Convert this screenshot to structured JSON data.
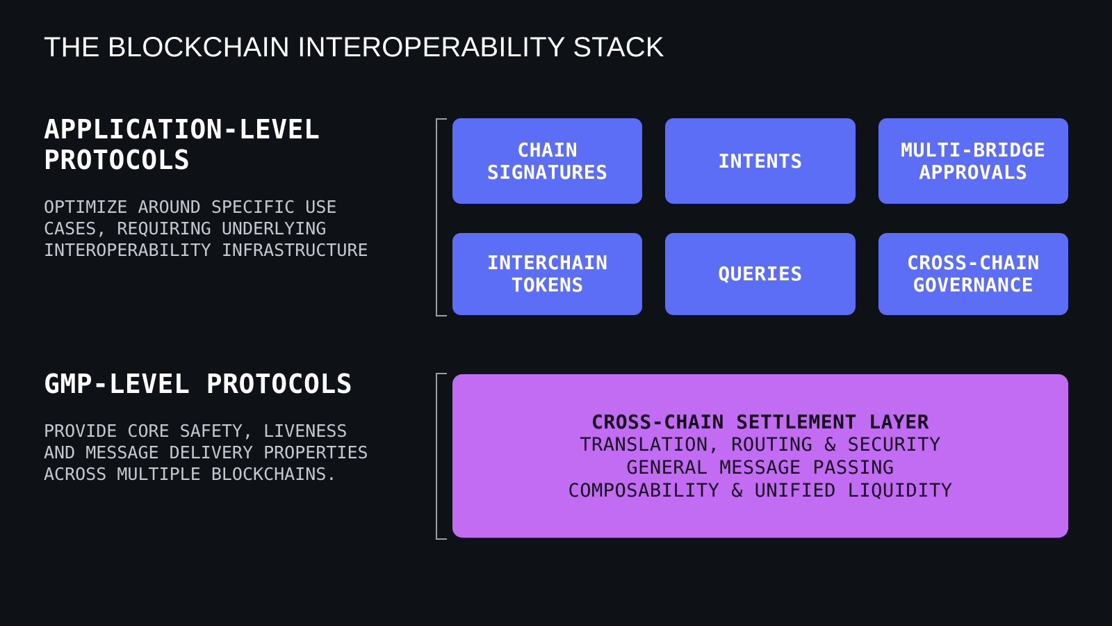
{
  "title": "THE BLOCKCHAIN INTEROPERABILITY STACK",
  "colors": {
    "background": "#0e1216",
    "heading_text": "#ffffff",
    "description_text": "#c3c9d1",
    "bracket": "#9aa0a4",
    "box_blue": "#5b6ef5",
    "box_purple": "#c16cf2",
    "box_text_light": "#ffffff",
    "box_text_dark": "#170d1e"
  },
  "app_section": {
    "heading": "APPLICATION-LEVEL\nPROTOCOLS",
    "description": "OPTIMIZE AROUND SPECIFIC USE\nCASES, REQUIRING UNDERLYING\nINTEROPERABILITY INFRASTRUCTURE",
    "boxes": [
      "CHAIN\nSIGNATURES",
      "INTENTS",
      "MULTI-BRIDGE\nAPPROVALS",
      "INTERCHAIN\nTOKENS",
      "QUERIES",
      "CROSS-CHAIN\nGOVERNANCE"
    ]
  },
  "gmp_section": {
    "heading": "GMP-LEVEL PROTOCOLS",
    "description": "PROVIDE CORE SAFETY, LIVENESS\nAND MESSAGE DELIVERY PROPERTIES\nACROSS MULTIPLE BLOCKCHAINS.",
    "box": {
      "title": "CROSS-CHAIN SETTLEMENT LAYER",
      "lines": [
        "TRANSLATION, ROUTING & SECURITY",
        "GENERAL MESSAGE PASSING",
        "COMPOSABILITY & UNIFIED LIQUIDITY"
      ]
    }
  }
}
